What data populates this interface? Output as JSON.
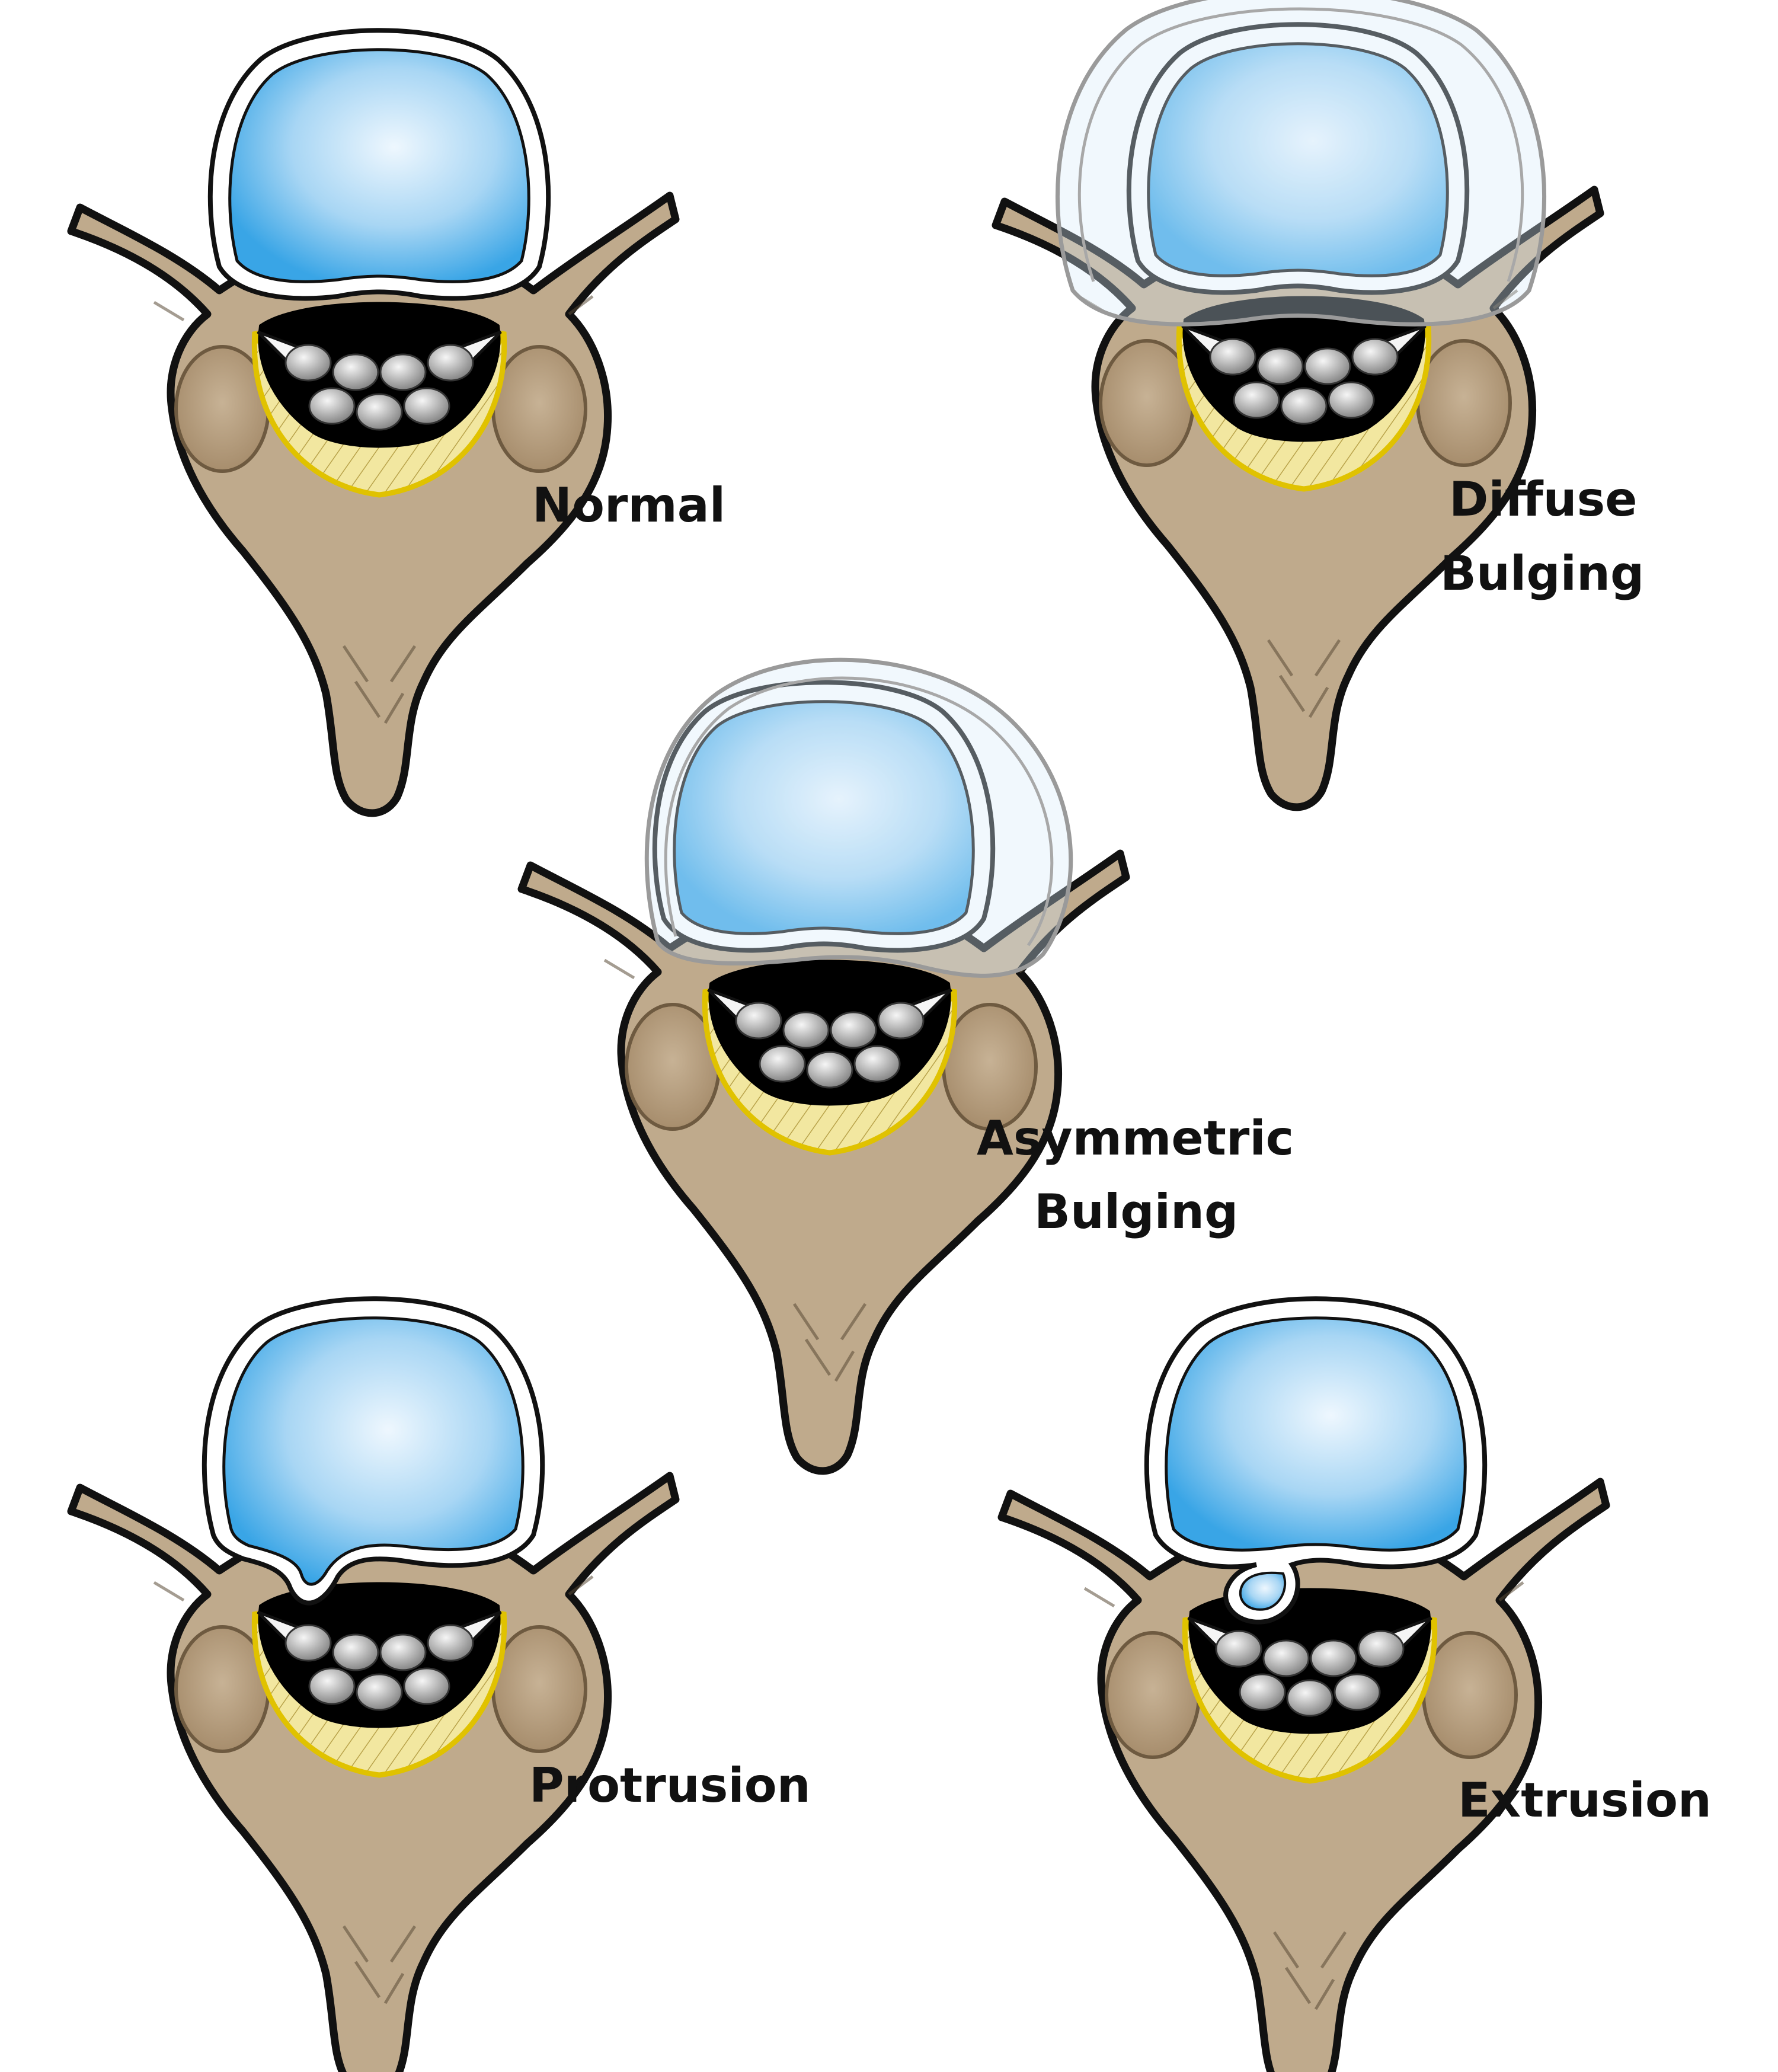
{
  "labels": {
    "normal": [
      "Normal"
    ],
    "diffuse": [
      "Diffuse",
      "Bulging"
    ],
    "asymmetric": [
      "Asymmetric",
      "Bulging"
    ],
    "protrusion": [
      "Protrusion"
    ],
    "extrusion": [
      "Extrusion"
    ]
  },
  "colors": {
    "bone": "#BFAA8C",
    "outline": "#111111",
    "disc_light": "#EEF7FE",
    "disc_mid": "#A8D6F4",
    "disc_dark": "#39A5E6",
    "ligament": "#F2E7A0",
    "ligament_edge": "#E0C200",
    "canal": "#000000",
    "nerve_light": "#F6F6F6",
    "nerve_dark": "#7E7E7E"
  }
}
